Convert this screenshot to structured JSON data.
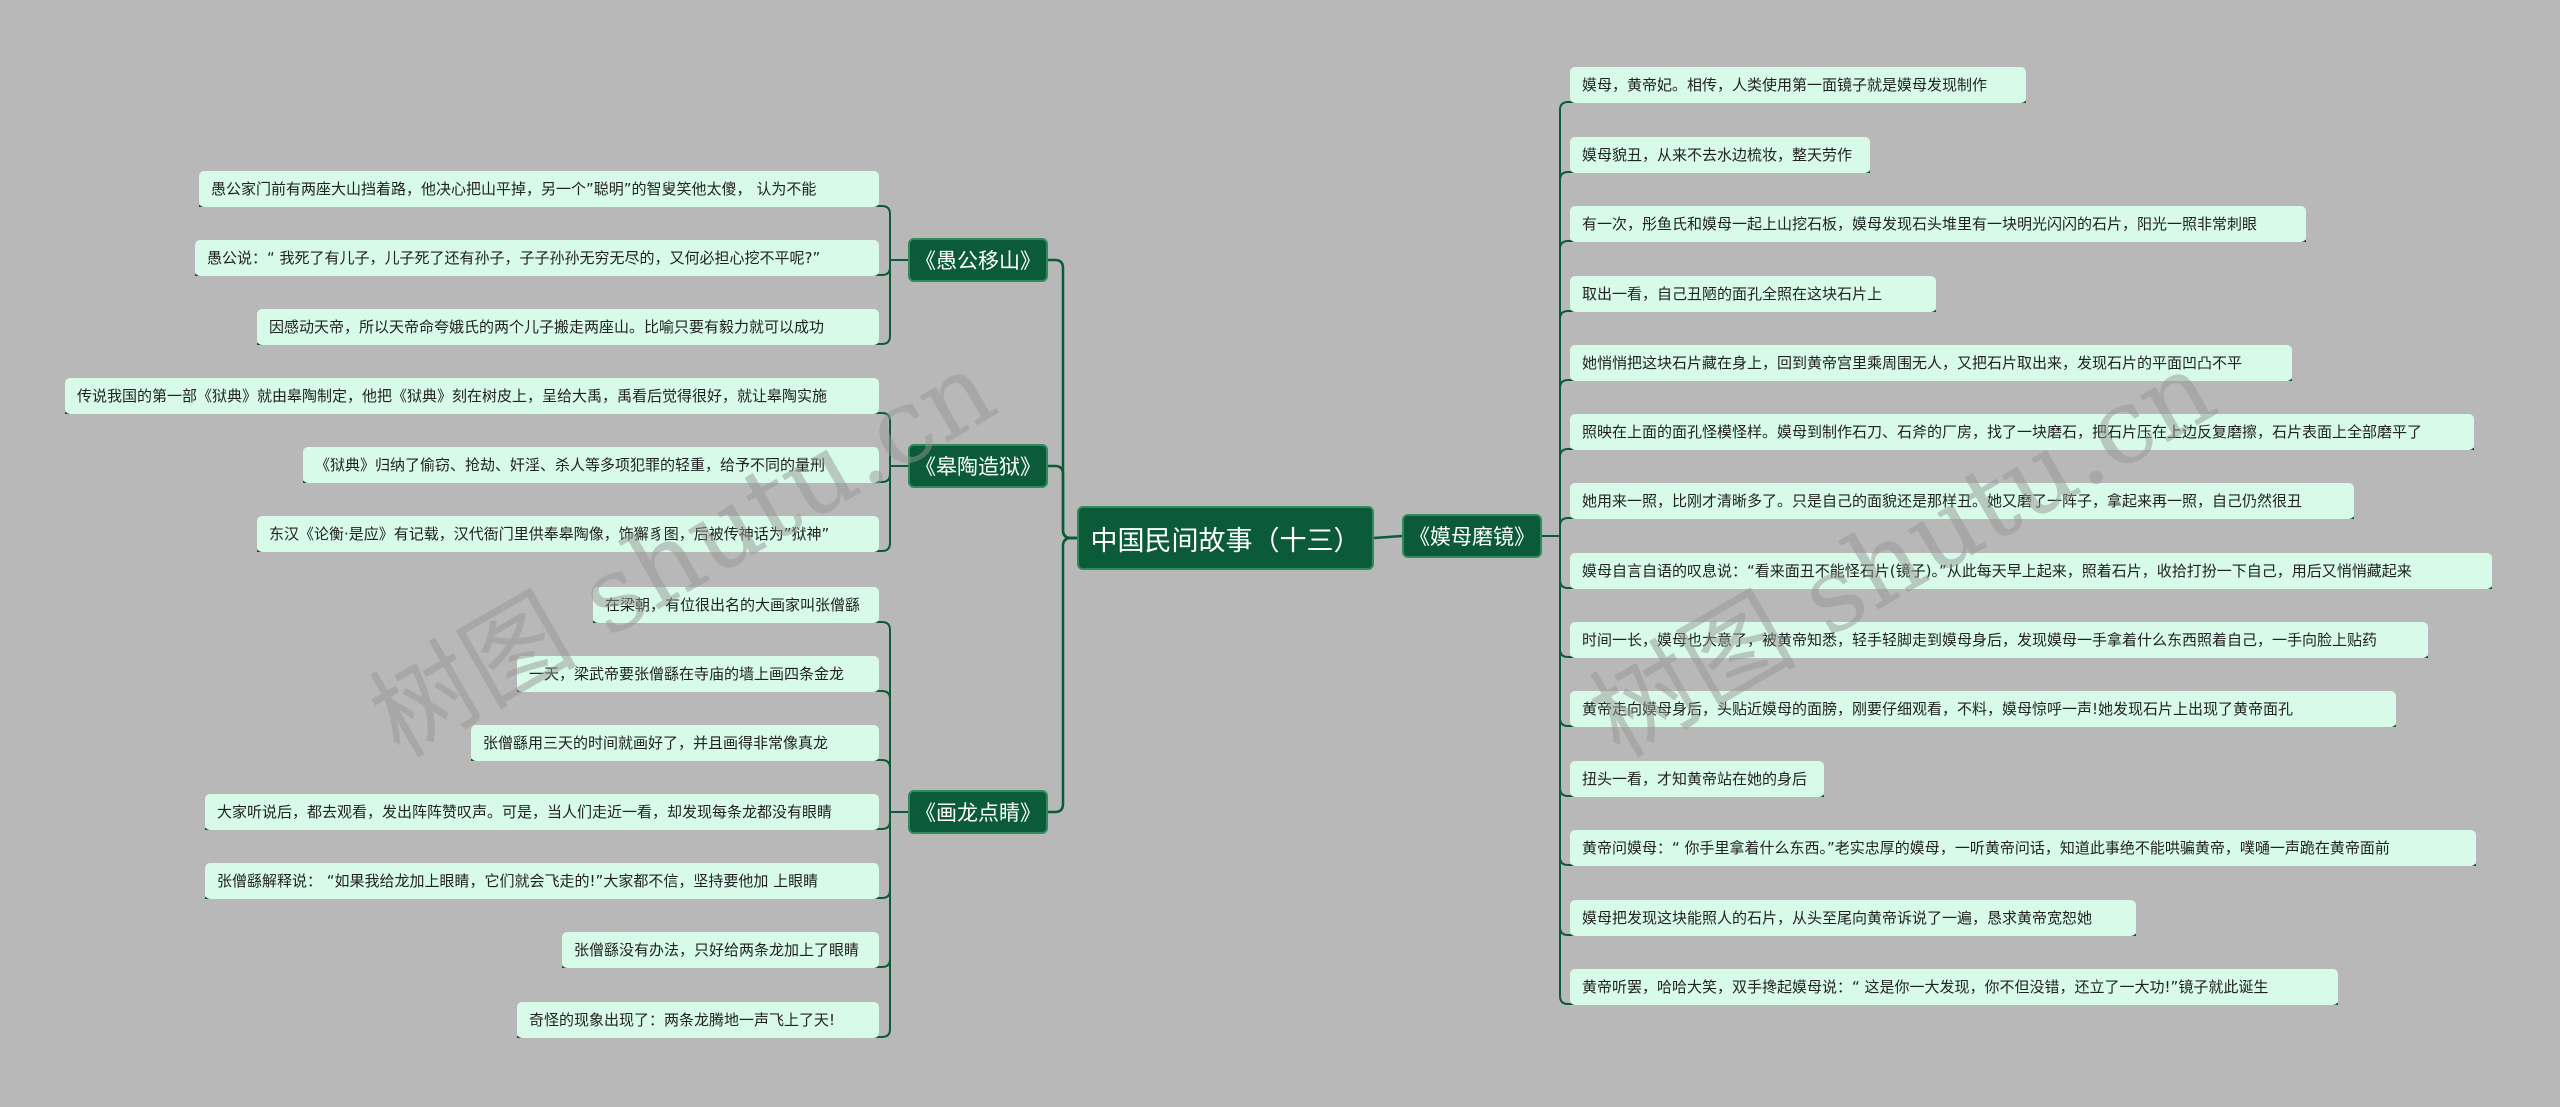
{
  "root": "中国民间故事（十三）",
  "branches": [
    {
      "id": "yugong",
      "label": "《愚公移山》",
      "leaves": [
        "愚公家门前有两座大山挡着路，他决心把山平掉，另一个”聪明”的智叟笑他太傻， 认为不能",
        "愚公说：“ 我死了有儿子，儿子死了还有孙子，子子孙孙无穷无尽的，又何必担心挖不平呢?”",
        "因感动天帝，所以天帝命夸娥氏的两个儿子搬走两座山。比喻只要有毅力就可以成功"
      ]
    },
    {
      "id": "gaotao",
      "label": "《皋陶造狱》",
      "leaves": [
        "传说我国的第一部《狱典》就由皋陶制定，他把《狱典》刻在树皮上，呈给大禹，禹看后觉得很好，就让皋陶实施",
        "《狱典》归纳了偷窃、抢劫、奸淫、杀人等多项犯罪的轻重，给予不同的量刑",
        "东汉《论衡·是应》有记载，汉代衙门里供奉皋陶像，饰獬豸图，后被传神话为”狱神”"
      ]
    },
    {
      "id": "hualong",
      "label": "《画龙点睛》",
      "leaves": [
        "在梁朝，有位很出名的大画家叫张僧繇",
        "一天，梁武帝要张僧繇在寺庙的墙上画四条金龙",
        "张僧繇用三天的时间就画好了，并且画得非常像真龙",
        "大家听说后，都去观看，发出阵阵赞叹声。可是，当人们走近一看，却发现每条龙都没有眼睛",
        "张僧繇解释说： “如果我给龙加上眼睛，它们就会飞走的!”大家都不信，坚持要他加 上眼睛",
        "张僧繇没有办法，只好给两条龙加上了眼睛",
        "奇怪的现象出现了：两条龙腾地一声飞上了天!"
      ]
    },
    {
      "id": "momu",
      "label": "《嫫母磨镜》",
      "leaves": [
        "嫫母，黄帝妃。相传，人类使用第一面镜子就是嫫母发现制作",
        "嫫母貌丑，从来不去水边梳妆，整天劳作",
        "有一次，彤鱼氏和嫫母一起上山挖石板，嫫母发现石头堆里有一块明光闪闪的石片，阳光一照非常刺眼",
        "取出一看，自己丑陋的面孔全照在这块石片上",
        "她悄悄把这块石片藏在身上，回到黄帝宫里乘周围无人，又把石片取出来，发现石片的平面凹凸不平",
        "照映在上面的面孔怪模怪样。嫫母到制作石刀、石斧的厂房，找了一块磨石，把石片压在上边反复磨擦，石片表面上全部磨平了",
        "她用来一照，比刚才清晰多了。只是自己的面貌还是那样丑。她又磨了一阵子，拿起来再一照，自己仍然很丑",
        "嫫母自言自语的叹息说：“看来面丑不能怪石片(镜子)。”从此每天早上起来，照着石片，收拾打扮一下自己，用后又悄悄藏起来",
        "时间一长，嫫母也大意了，被黄帝知悉，轻手轻脚走到嫫母身后，发现嫫母一手拿着什么东西照着自己，一手向脸上贴药",
        "黄帝走向嫫母身后，头贴近嫫母的面膀，刚要仔细观看，不料，嫫母惊呼一声!她发现石片上出现了黄帝面孔",
        "扭头一看，才知黄帝站在她的身后",
        "黄帝问嫫母：“ 你手里拿着什么东西。”老实忠厚的嫫母，一听黄帝问话，知道此事绝不能哄骗黄帝，噗嗵一声跪在黄帝面前",
        "嫫母把发现这块能照人的石片，从头至尾向黄帝诉说了一遍，恳求黄帝宽恕她",
        "黄帝听罢，哈哈大笑，双手搀起嫫母说：“ 这是你一大发现，你不但没错，还立了一大功!”镜子就此诞生"
      ]
    }
  ],
  "watermarks": [
    "树图 shutu.cn",
    "树图 shutu.cn"
  ],
  "colors": {
    "background": "#b8b8b8",
    "node_dark": "#0b5b39",
    "leaf_bg": "#d7fae9",
    "line": "#0b5b39"
  }
}
